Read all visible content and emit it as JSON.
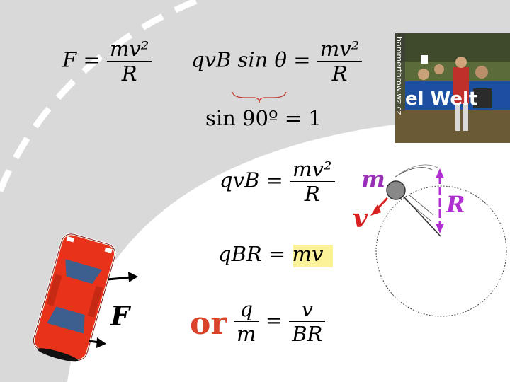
{
  "equations": {
    "eq1": {
      "lhs": "F =",
      "num": "mv²",
      "den": "R"
    },
    "eq2": {
      "lhs": "qvB sin θ =",
      "num": "mv²",
      "den": "R"
    },
    "eq3": {
      "text": "sin 90º = 1"
    },
    "eq4": {
      "lhs": "qvB =",
      "num": "mv²",
      "den": "R"
    },
    "eq5": {
      "lhs": "qBR =",
      "highlight": "mv"
    },
    "eq6": {
      "num1": "q",
      "den1": "m",
      "eq": "=",
      "num2": "v",
      "den2": "BR"
    }
  },
  "labels": {
    "force": "F",
    "mass": "m",
    "velocity": "v",
    "radius": "R",
    "or": "or"
  },
  "photo": {
    "side_text": "hammerthrow.wz.cz",
    "banner_text": "el Welt"
  },
  "colors": {
    "background_gray": "#d9d9d9",
    "road_white": "#ffffff",
    "car_red": "#e8331a",
    "highlight_yellow": "#fbf29a",
    "or_red": "#d8432a",
    "velocity_red": "#d92020",
    "mass_purple": "#9a2fb8",
    "radius_purple": "#b02fd0"
  }
}
